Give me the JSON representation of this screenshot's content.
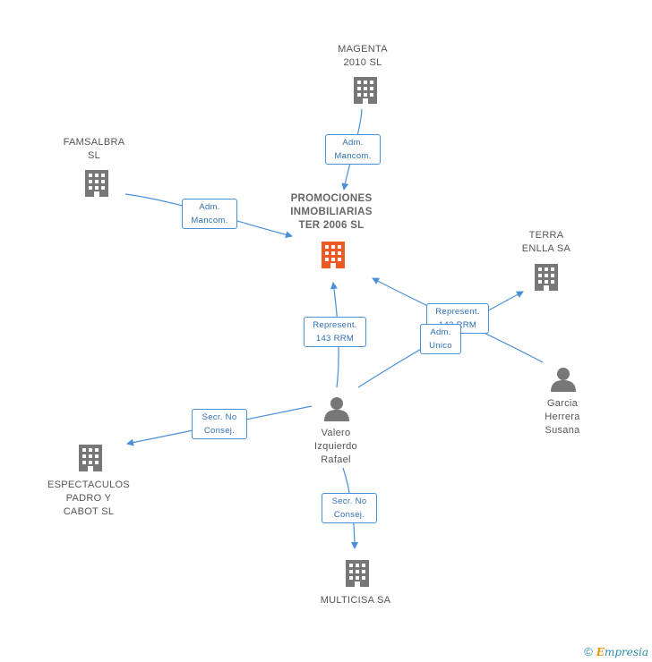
{
  "colors": {
    "edge": "#4a90d9",
    "node_gray": "#777777",
    "node_focus": "#ef5a24",
    "person": "#777777"
  },
  "nodes": {
    "magenta": {
      "label": "MAGENTA\n2010  SL",
      "icon": "building-icon"
    },
    "famsalbra": {
      "label": "FAMSALBRA\nSL",
      "icon": "building-icon"
    },
    "promociones": {
      "label": "PROMOCIONES\nINMOBILIARIAS\nTER 2006 SL",
      "icon": "building-icon"
    },
    "terra": {
      "label": "TERRA\nENLLA SA",
      "icon": "building-icon"
    },
    "garcia": {
      "label": "Garcia\nHerrera\nSusana",
      "icon": "person-icon"
    },
    "valero": {
      "label": "Valero\nIzquierdo\nRafael",
      "icon": "person-icon"
    },
    "espectaculos": {
      "label": "ESPECTACULOS\nPADRO Y\nCABOT SL",
      "icon": "building-icon"
    },
    "multicisa": {
      "label": "MULTICISA SA",
      "icon": "building-icon"
    }
  },
  "edges": {
    "magenta_prom": "Adm.\nMancom.",
    "famsalbra_prom": "Adm.\nMancom.",
    "garcia_prom": "Represent.\n143 RRM",
    "valero_terra": "Adm.\nUnico",
    "valero_prom": "Represent.\n143 RRM",
    "valero_espect": "Secr.  No\nConsej.",
    "valero_multi": "Secr.  No\nConsej."
  },
  "footer": {
    "copyright": "©",
    "brand_initial": "E",
    "brand_rest": "mpresia"
  }
}
